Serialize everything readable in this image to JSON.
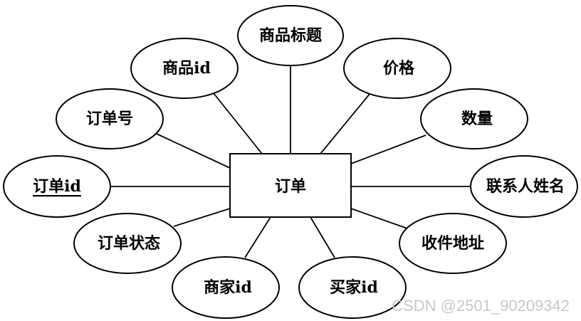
{
  "entity": {
    "label": "订单"
  },
  "attributes": [
    {
      "label": "商品标题",
      "primary_key": false
    },
    {
      "label": "商品id",
      "primary_key": false
    },
    {
      "label": "价格",
      "primary_key": false
    },
    {
      "label": "订单号",
      "primary_key": false
    },
    {
      "label": "数量",
      "primary_key": false
    },
    {
      "label": "订单id",
      "primary_key": true
    },
    {
      "label": "联系人姓名",
      "primary_key": false
    },
    {
      "label": "订单状态",
      "primary_key": false
    },
    {
      "label": "收件地址",
      "primary_key": false
    },
    {
      "label": "商家id",
      "primary_key": false
    },
    {
      "label": "买家id",
      "primary_key": false
    }
  ],
  "watermark": "CSDN @2501_90209342"
}
